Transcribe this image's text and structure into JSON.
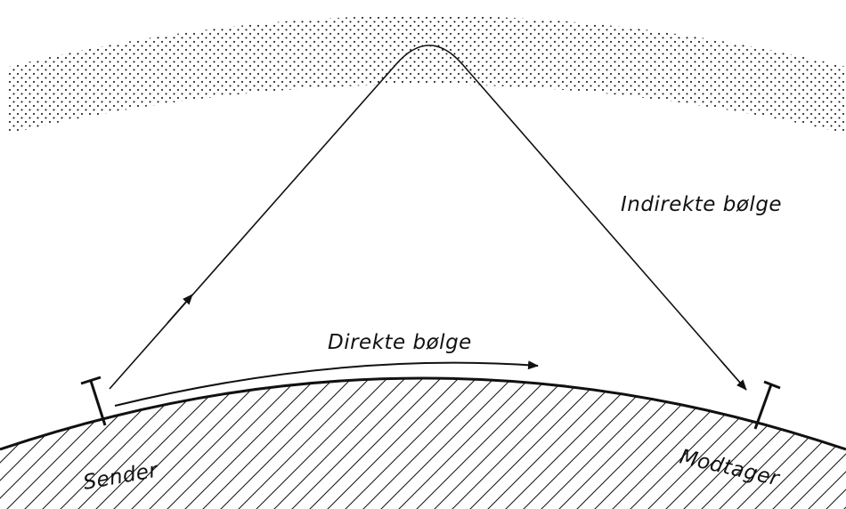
{
  "labels": {
    "indirect_wave": "Indirekte bølge",
    "direct_wave": "Direkte bølge",
    "sender": "Sender",
    "receiver": "Modtager"
  },
  "colors": {
    "ink": "#111111",
    "background": "#ffffff"
  }
}
